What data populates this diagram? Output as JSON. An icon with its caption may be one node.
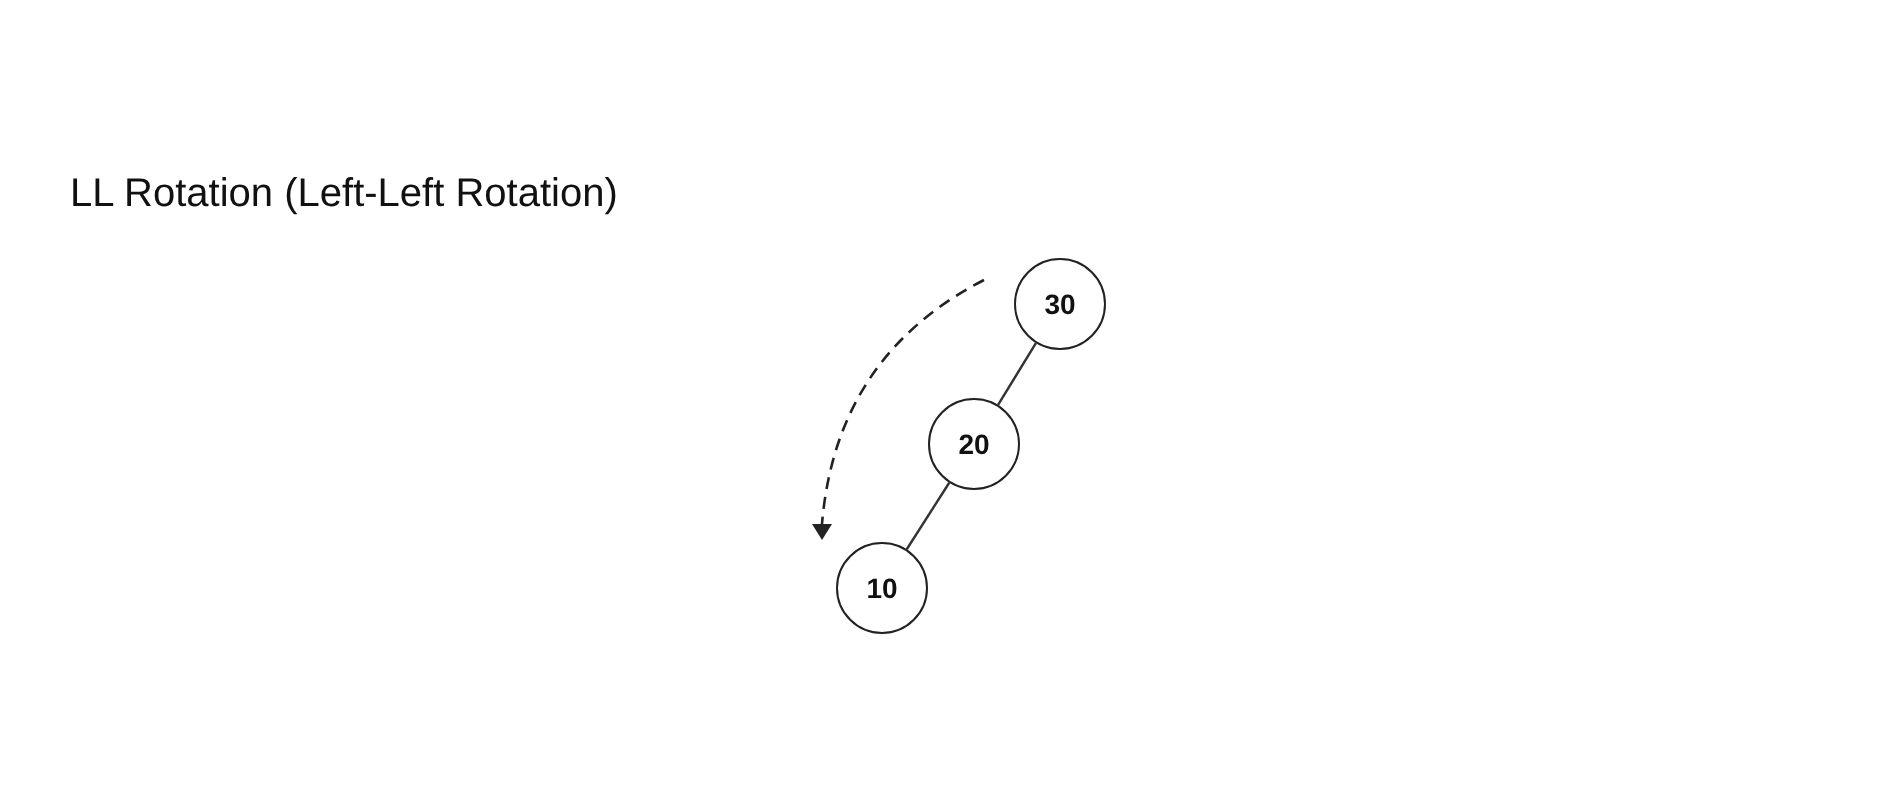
{
  "diagram": {
    "title": "LL Rotation (Left-Left Rotation)",
    "nodes": [
      {
        "text": [
          "30"
        ]
      },
      {
        "text": [
          "20"
        ]
      },
      {
        "text": [
          "10"
        ]
      }
    ],
    "edges": [
      {
        "from": 0,
        "to": 1,
        "arrow": "none"
      },
      {
        "from": 1,
        "to": 2,
        "arrow": "none"
      }
    ]
  }
}
